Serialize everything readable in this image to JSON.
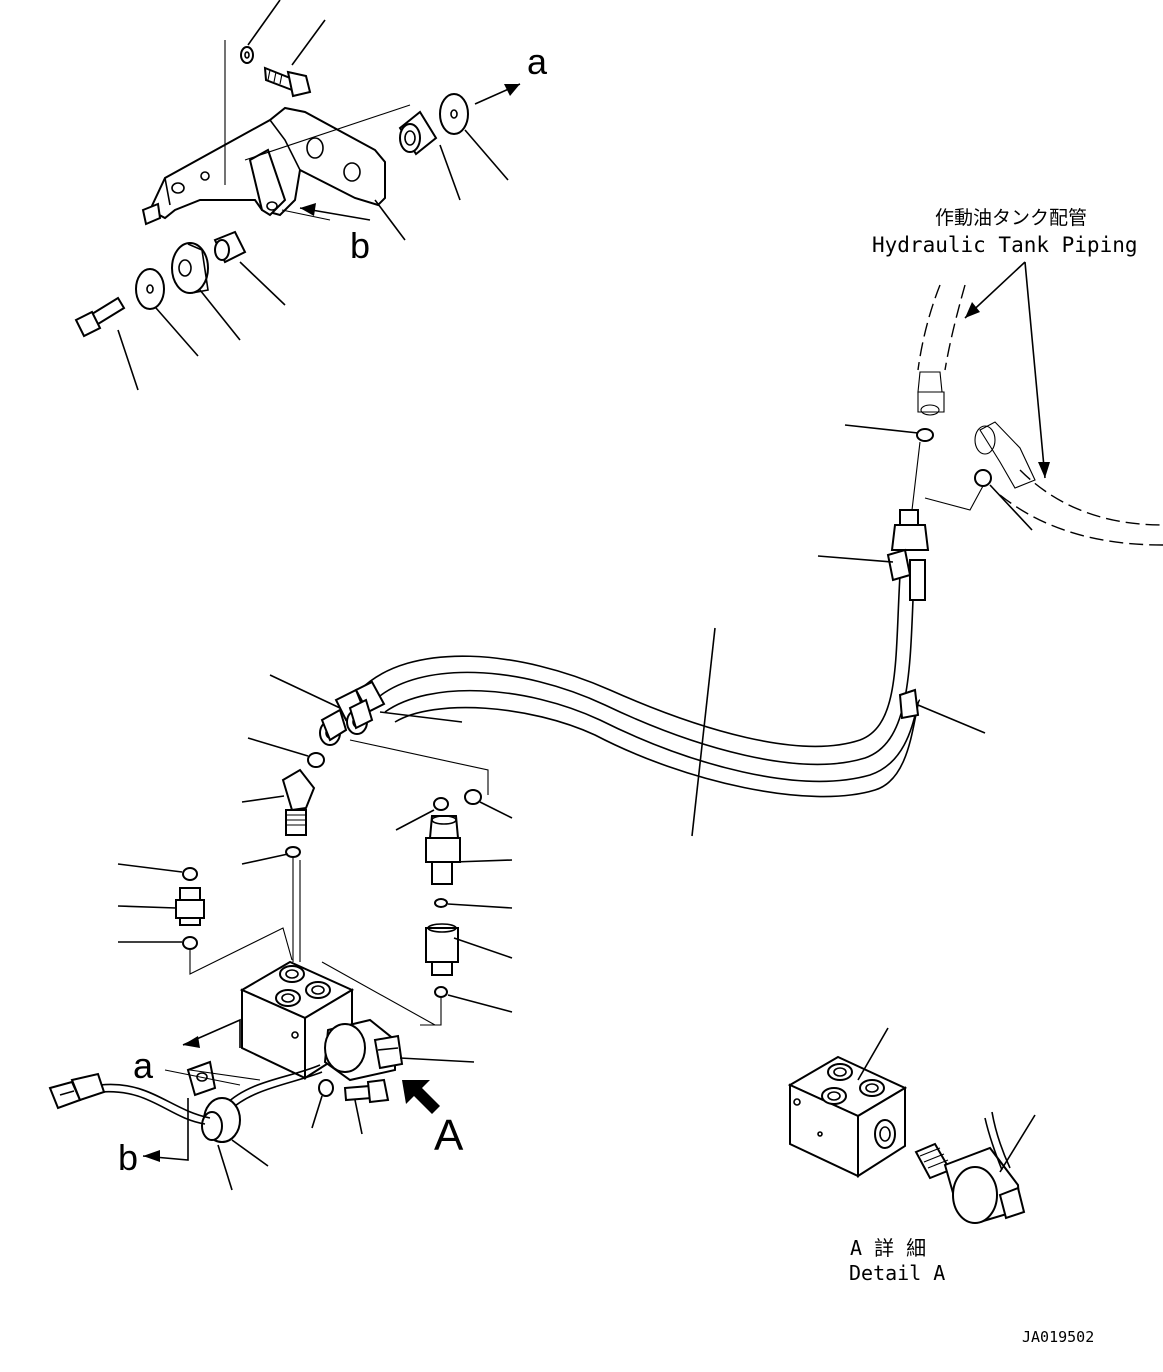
{
  "labels": {
    "tank_piping_jp": "作動油タンク配管",
    "tank_piping_en": "Hydraulic Tank Piping",
    "detail_jp": "A 詳 細",
    "detail_en": "Detail A",
    "drawing_number": "JA019502",
    "ref_a_top": "a",
    "ref_b_top": "b",
    "ref_a_bottom": "a",
    "ref_b_bottom": "b",
    "view_a": "A"
  }
}
